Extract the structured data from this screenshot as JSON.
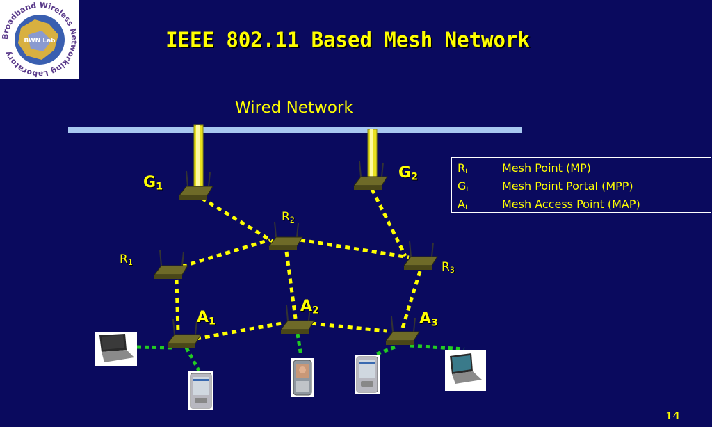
{
  "title": "IEEE 802.11 Based Mesh Network",
  "wired_label": "Wired Network",
  "logo": {
    "ring_text": "Broadband Wireless Networking Laboratory",
    "center_text": "BWN Lab"
  },
  "nodes": {
    "G1": {
      "letter": "G",
      "sub": "1"
    },
    "G2": {
      "letter": "G",
      "sub": "2"
    },
    "R1": {
      "letter": "R",
      "sub": "1"
    },
    "R2": {
      "letter": "R",
      "sub": "2"
    },
    "R3": {
      "letter": "R",
      "sub": "3"
    },
    "A1": {
      "letter": "A",
      "sub": "1"
    },
    "A2": {
      "letter": "A",
      "sub": "2"
    },
    "A3": {
      "letter": "A",
      "sub": "3"
    }
  },
  "legend": [
    {
      "symbol": "R",
      "sub": "i",
      "text": "Mesh Point (MP)"
    },
    {
      "symbol": "G",
      "sub": "i",
      "text": "Mesh Point Portal (MPP)"
    },
    {
      "symbol": "A",
      "sub": "i",
      "text": "Mesh Access Point (MAP)"
    }
  ],
  "page_number": "14",
  "colors": {
    "background": "#0a0a5e",
    "text": "#ffff00",
    "mesh_link": "#ffff00",
    "client_link": "#22cc22",
    "wired": "#a8c8f0"
  }
}
